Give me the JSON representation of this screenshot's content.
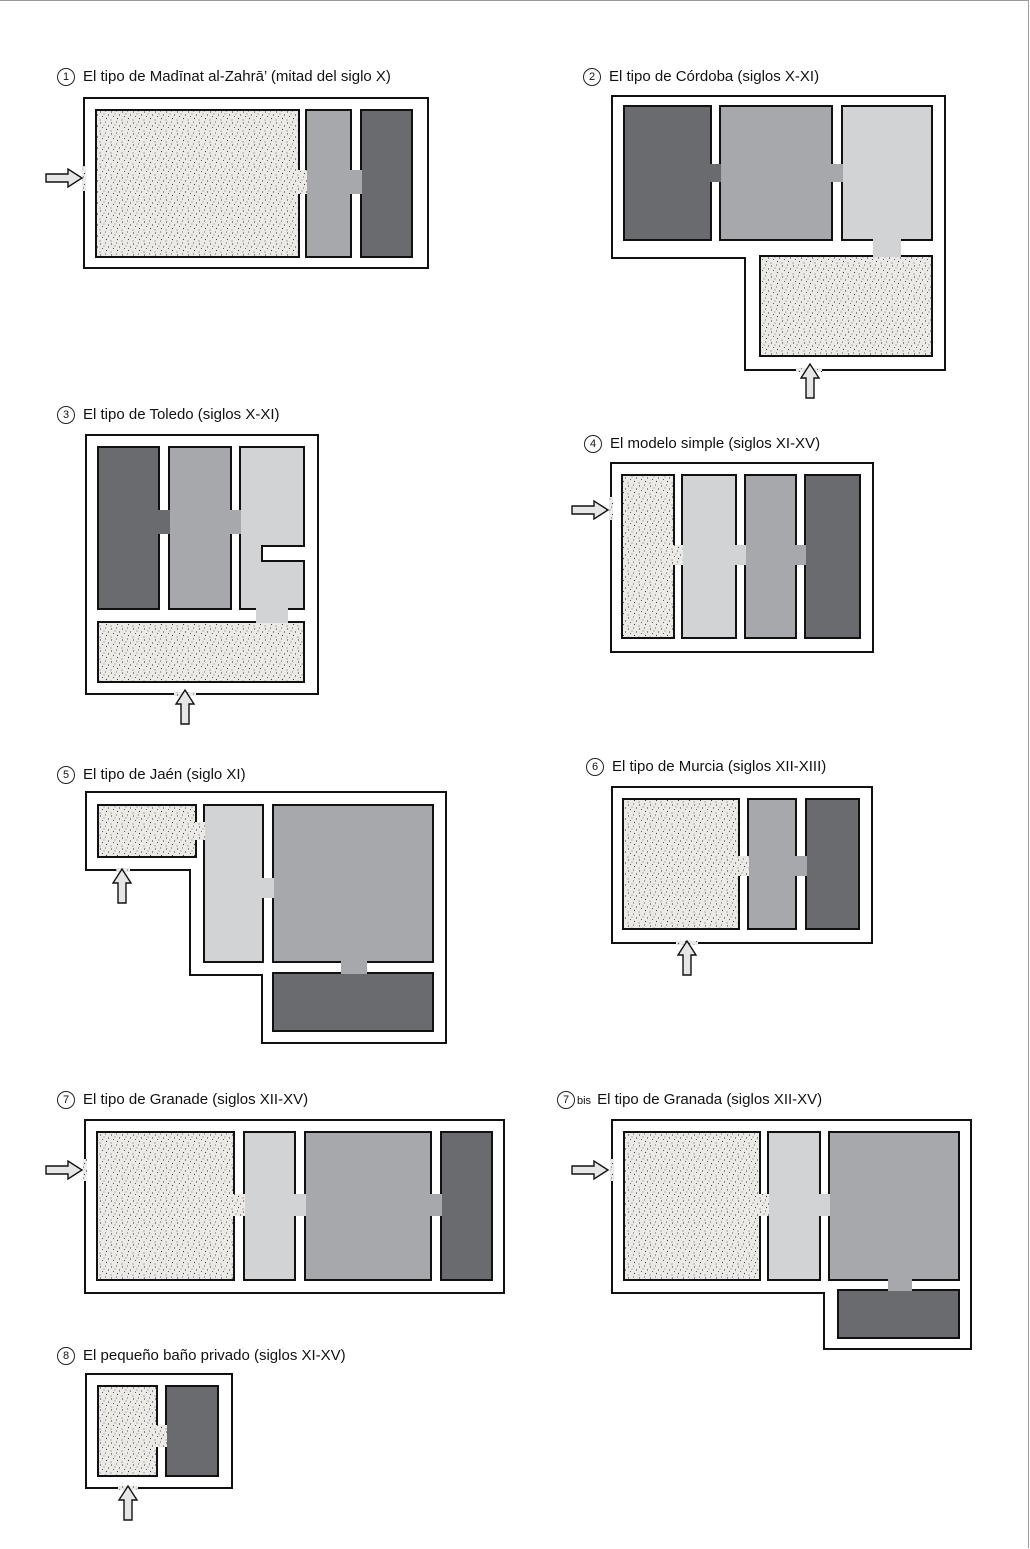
{
  "diagrams": [
    {
      "number": "1",
      "title": "El tipo de Madīnat al-Zahrā’ (mitad del siglo X)"
    },
    {
      "number": "2",
      "title": "El tipo de Córdoba (siglos X-XI)"
    },
    {
      "number": "3",
      "title": "El tipo de Toledo (siglos X-XI)"
    },
    {
      "number": "4",
      "title": "El modelo simple (siglos XI-XV)"
    },
    {
      "number": "5",
      "title": "El tipo de Jaén (siglo XI)"
    },
    {
      "number": "6",
      "title": "El tipo de Murcia (siglos XII-XIII)"
    },
    {
      "number": "7",
      "title": "El tipo de Granade (siglos XII-XV)"
    },
    {
      "number": "7",
      "suffix": "bis",
      "title": "El tipo de Granada (siglos XII-XV)"
    },
    {
      "number": "8",
      "title": "El pequeño baño privado (siglos XI-XV)"
    }
  ],
  "colors": {
    "dark_room": "#6a6b6f",
    "medium_room": "#a7a8ab",
    "light_room": "#d2d3d5",
    "stippled_room": "#eceae7",
    "stipple_dots": "#3b3b3b",
    "wall_outline": "#111111",
    "arrow_fill": "#e6e6e6"
  }
}
